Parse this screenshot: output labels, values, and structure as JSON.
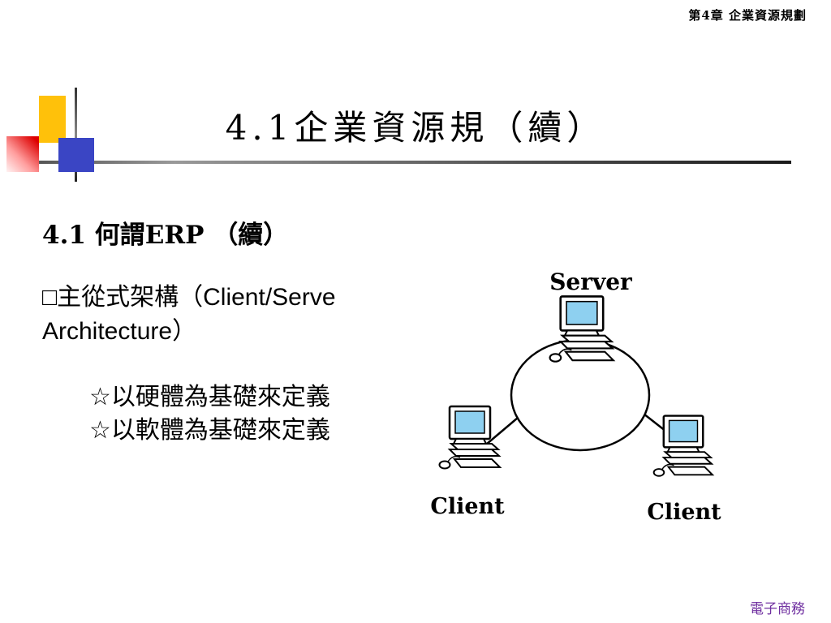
{
  "header": {
    "chapter": "第4章  企業資源規劃"
  },
  "title": "4.1企業資源規（續）",
  "body": {
    "heading": "4.1 何謂ERP （續）",
    "line1": "□主從式架構（Client/Serve",
    "line2": "Architecture）",
    "bullet1": "☆以硬體為基礎來定義",
    "bullet2": "☆以軟體為基礎來定義"
  },
  "diagram": {
    "server_label": "Server",
    "client_left_label": "Client",
    "client_right_label": "Client"
  },
  "footer": {
    "label": "電子商務"
  },
  "colors": {
    "accent_yellow": "#ffc10a",
    "accent_blue": "#3a45c4",
    "accent_red": "#dd0000",
    "monitor_screen_blue": "#8ed0f0",
    "footer_text": "#7030a0"
  }
}
